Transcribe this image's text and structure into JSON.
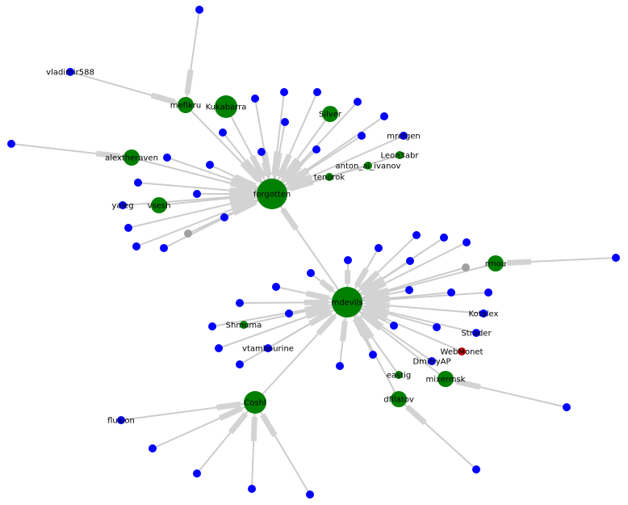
{
  "colors": {
    "edge": "#cccccc",
    "arrow": "#d3d3d3",
    "major": "#008000",
    "leaf": "#0000ff",
    "grey": "#a0a0a0",
    "red": "#cc0000"
  },
  "nodes": [
    {
      "id": "forgotten",
      "label": "forgotten",
      "kind": "major",
      "size": 3
    },
    {
      "id": "mdevils",
      "label": "mdevils",
      "kind": "major",
      "size": 3
    },
    {
      "id": "mefikru",
      "label": "mefikru",
      "kind": "major",
      "size": 1
    },
    {
      "id": "kukabarra",
      "label": "Kukabarra",
      "kind": "major",
      "size": 2
    },
    {
      "id": "silver",
      "label": "Silver",
      "kind": "major",
      "size": 1
    },
    {
      "id": "alextheraven",
      "label": "alextheraven",
      "kind": "major",
      "size": 1
    },
    {
      "id": "vsesh",
      "label": "vsesh",
      "kind": "major",
      "size": 1
    },
    {
      "id": "leon3abr",
      "label": "Leon3abr",
      "kind": "major",
      "size": 0
    },
    {
      "id": "anton",
      "label": "anton_ai_ivanov",
      "kind": "major",
      "size": 0
    },
    {
      "id": "tenorok",
      "label": "tenorok",
      "kind": "major",
      "size": 0
    },
    {
      "id": "rmou",
      "label": "rmou",
      "kind": "major",
      "size": 1
    },
    {
      "id": "shmuma",
      "label": "Shmuma",
      "kind": "major",
      "size": 0
    },
    {
      "id": "coshl",
      "label": "Coshl",
      "kind": "major",
      "size": 2
    },
    {
      "id": "dfilatov",
      "label": "dfilatov",
      "kind": "major",
      "size": 1
    },
    {
      "id": "mixermsk",
      "label": "mixermsk",
      "kind": "major",
      "size": 1
    },
    {
      "id": "eastig",
      "label": "eastig",
      "kind": "major",
      "size": 0
    },
    {
      "id": "webmonet",
      "label": "WebMonet",
      "kind": "red",
      "size": 0
    },
    {
      "id": "vladimir588",
      "label": "vladimir588",
      "kind": "leaf",
      "size": 0
    },
    {
      "id": "mrelgen",
      "label": "mrelgen",
      "kind": "leaf",
      "size": 0
    },
    {
      "id": "yaleg",
      "label": "yaleg",
      "kind": "leaf",
      "size": 0
    },
    {
      "id": "kotalex",
      "label": "Kotalex",
      "kind": "leaf",
      "size": 0
    },
    {
      "id": "strader",
      "label": "Strader",
      "kind": "leaf",
      "size": 0
    },
    {
      "id": "dmitryap",
      "label": "DmitryAP",
      "kind": "leaf",
      "size": 0
    },
    {
      "id": "vtamb",
      "label": "vtambourine",
      "kind": "leaf",
      "size": 0
    },
    {
      "id": "fluxion",
      "label": "fluxion",
      "kind": "leaf",
      "size": 0
    },
    {
      "id": "f1",
      "label": "",
      "kind": "leaf",
      "size": 0
    },
    {
      "id": "f2",
      "label": "",
      "kind": "leaf",
      "size": 0
    },
    {
      "id": "f3",
      "label": "",
      "kind": "leaf",
      "size": 0
    },
    {
      "id": "f4",
      "label": "",
      "kind": "leaf",
      "size": 0
    },
    {
      "id": "f5",
      "label": "",
      "kind": "leaf",
      "size": 0
    },
    {
      "id": "f6",
      "label": "",
      "kind": "leaf",
      "size": 0
    },
    {
      "id": "f7",
      "label": "",
      "kind": "leaf",
      "size": 0
    },
    {
      "id": "f8",
      "label": "",
      "kind": "leaf",
      "size": 0
    },
    {
      "id": "f9",
      "label": "",
      "kind": "leaf",
      "size": 0
    },
    {
      "id": "f10",
      "label": "",
      "kind": "leaf",
      "size": 0
    },
    {
      "id": "f11",
      "label": "",
      "kind": "leaf",
      "size": 0
    },
    {
      "id": "f12",
      "label": "",
      "kind": "leaf",
      "size": 0
    },
    {
      "id": "f13",
      "label": "",
      "kind": "leaf",
      "size": 0
    },
    {
      "id": "f14",
      "label": "",
      "kind": "leaf",
      "size": 0
    },
    {
      "id": "f15",
      "label": "",
      "kind": "leaf",
      "size": 0
    },
    {
      "id": "f16",
      "label": "",
      "kind": "leaf",
      "size": 0
    },
    {
      "id": "f17",
      "label": "",
      "kind": "leaf",
      "size": 0
    },
    {
      "id": "f18",
      "label": "",
      "kind": "leaf",
      "size": 0
    },
    {
      "id": "fg1",
      "label": "",
      "kind": "grey",
      "size": 0
    },
    {
      "id": "m1",
      "label": "",
      "kind": "leaf",
      "size": 0
    },
    {
      "id": "m2",
      "label": "",
      "kind": "leaf",
      "size": 0
    },
    {
      "id": "m3",
      "label": "",
      "kind": "leaf",
      "size": 0
    },
    {
      "id": "m4",
      "label": "",
      "kind": "leaf",
      "size": 0
    },
    {
      "id": "m5",
      "label": "",
      "kind": "leaf",
      "size": 0
    },
    {
      "id": "m6",
      "label": "",
      "kind": "leaf",
      "size": 0
    },
    {
      "id": "m7",
      "label": "",
      "kind": "leaf",
      "size": 0
    },
    {
      "id": "m8",
      "label": "",
      "kind": "leaf",
      "size": 0
    },
    {
      "id": "m9",
      "label": "",
      "kind": "leaf",
      "size": 0
    },
    {
      "id": "m10",
      "label": "",
      "kind": "leaf",
      "size": 0
    },
    {
      "id": "m11",
      "label": "",
      "kind": "leaf",
      "size": 0
    },
    {
      "id": "m12",
      "label": "",
      "kind": "leaf",
      "size": 0
    },
    {
      "id": "m13",
      "label": "",
      "kind": "leaf",
      "size": 0
    },
    {
      "id": "m14",
      "label": "",
      "kind": "leaf",
      "size": 0
    },
    {
      "id": "m15",
      "label": "",
      "kind": "leaf",
      "size": 0
    },
    {
      "id": "m16",
      "label": "",
      "kind": "leaf",
      "size": 0
    },
    {
      "id": "m17",
      "label": "",
      "kind": "leaf",
      "size": 0
    },
    {
      "id": "m18",
      "label": "",
      "kind": "leaf",
      "size": 0
    },
    {
      "id": "m19",
      "label": "",
      "kind": "leaf",
      "size": 0
    },
    {
      "id": "m20",
      "label": "",
      "kind": "leaf",
      "size": 0
    },
    {
      "id": "mg1",
      "label": "",
      "kind": "grey",
      "size": 0
    },
    {
      "id": "mk1",
      "label": "",
      "kind": "leaf",
      "size": 0
    },
    {
      "id": "al1",
      "label": "",
      "kind": "leaf",
      "size": 0
    },
    {
      "id": "rm1",
      "label": "",
      "kind": "leaf",
      "size": 0
    },
    {
      "id": "mx1",
      "label": "",
      "kind": "leaf",
      "size": 0
    },
    {
      "id": "df1",
      "label": "",
      "kind": "leaf",
      "size": 0
    },
    {
      "id": "co1",
      "label": "",
      "kind": "leaf",
      "size": 0
    },
    {
      "id": "co2",
      "label": "",
      "kind": "leaf",
      "size": 0
    },
    {
      "id": "co3",
      "label": "",
      "kind": "leaf",
      "size": 0
    },
    {
      "id": "co4",
      "label": "",
      "kind": "leaf",
      "size": 0
    }
  ],
  "edges": [
    [
      "mefikru",
      "forgotten"
    ],
    [
      "kukabarra",
      "forgotten"
    ],
    [
      "silver",
      "forgotten"
    ],
    [
      "alextheraven",
      "forgotten"
    ],
    [
      "vsesh",
      "forgotten"
    ],
    [
      "leon3abr",
      "forgotten"
    ],
    [
      "anton",
      "forgotten"
    ],
    [
      "tenorok",
      "forgotten"
    ],
    [
      "mrelgen",
      "forgotten"
    ],
    [
      "yaleg",
      "forgotten"
    ],
    [
      "mdevils",
      "forgotten"
    ],
    [
      "f1",
      "forgotten"
    ],
    [
      "f2",
      "forgotten"
    ],
    [
      "f3",
      "forgotten"
    ],
    [
      "f4",
      "forgotten"
    ],
    [
      "f5",
      "forgotten"
    ],
    [
      "f6",
      "forgotten"
    ],
    [
      "f7",
      "forgotten"
    ],
    [
      "f8",
      "forgotten"
    ],
    [
      "f9",
      "forgotten"
    ],
    [
      "f10",
      "forgotten"
    ],
    [
      "f11",
      "forgotten"
    ],
    [
      "f12",
      "forgotten"
    ],
    [
      "f13",
      "forgotten"
    ],
    [
      "f14",
      "forgotten"
    ],
    [
      "f15",
      "forgotten"
    ],
    [
      "f16",
      "forgotten"
    ],
    [
      "f17",
      "forgotten"
    ],
    [
      "f18",
      "forgotten"
    ],
    [
      "fg1",
      "forgotten"
    ],
    [
      "mk1",
      "mefikru"
    ],
    [
      "vladimir588",
      "mefikru"
    ],
    [
      "al1",
      "alextheraven"
    ],
    [
      "rmou",
      "mdevils"
    ],
    [
      "shmuma",
      "mdevils"
    ],
    [
      "coshl",
      "mdevils"
    ],
    [
      "dfilatov",
      "mdevils"
    ],
    [
      "mixermsk",
      "mdevils"
    ],
    [
      "eastig",
      "mdevils"
    ],
    [
      "webmonet",
      "mdevils"
    ],
    [
      "kotalex",
      "mdevils"
    ],
    [
      "strader",
      "mdevils"
    ],
    [
      "dmitryap",
      "mdevils"
    ],
    [
      "vtamb",
      "mdevils"
    ],
    [
      "m1",
      "mdevils"
    ],
    [
      "m2",
      "mdevils"
    ],
    [
      "m3",
      "mdevils"
    ],
    [
      "m4",
      "mdevils"
    ],
    [
      "m5",
      "mdevils"
    ],
    [
      "m6",
      "mdevils"
    ],
    [
      "m7",
      "mdevils"
    ],
    [
      "m8",
      "mdevils"
    ],
    [
      "m9",
      "mdevils"
    ],
    [
      "m10",
      "mdevils"
    ],
    [
      "m11",
      "mdevils"
    ],
    [
      "m12",
      "mdevils"
    ],
    [
      "m13",
      "mdevils"
    ],
    [
      "m14",
      "mdevils"
    ],
    [
      "m15",
      "mdevils"
    ],
    [
      "m16",
      "mdevils"
    ],
    [
      "m17",
      "mdevils"
    ],
    [
      "m18",
      "mdevils"
    ],
    [
      "m19",
      "mdevils"
    ],
    [
      "m20",
      "mdevils"
    ],
    [
      "mg1",
      "mdevils"
    ],
    [
      "rm1",
      "rmou"
    ],
    [
      "mx1",
      "mixermsk"
    ],
    [
      "df1",
      "dfilatov"
    ],
    [
      "fluxion",
      "coshl"
    ],
    [
      "co1",
      "coshl"
    ],
    [
      "co2",
      "coshl"
    ],
    [
      "co3",
      "coshl"
    ],
    [
      "co4",
      "coshl"
    ]
  ]
}
